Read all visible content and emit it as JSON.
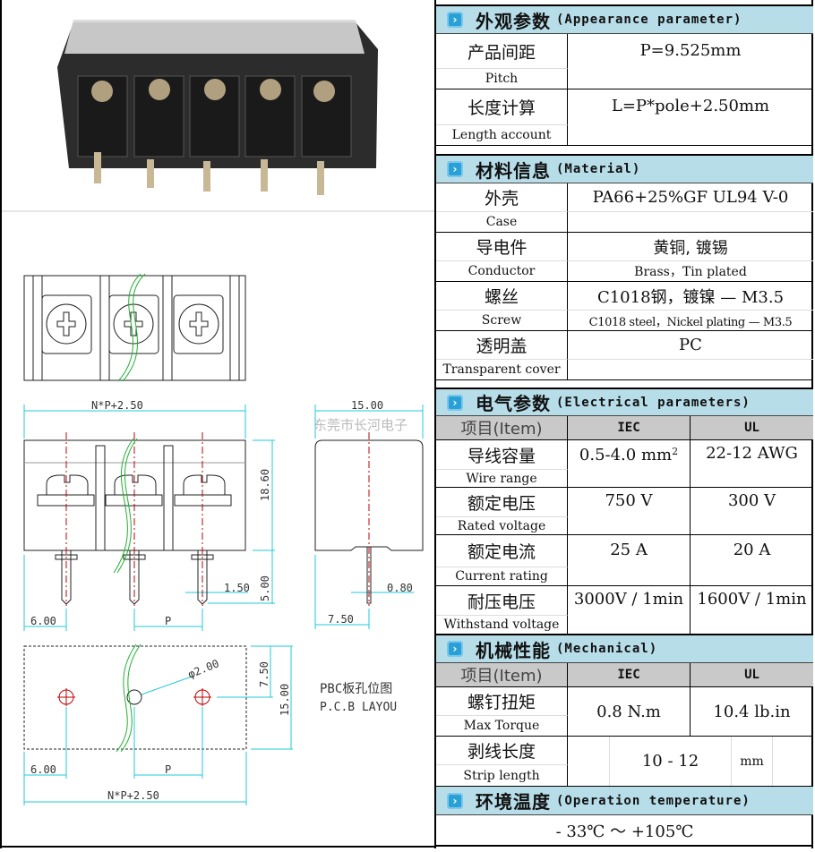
{
  "drawing": {
    "total_length": "N*P+2.50",
    "total_length_bottom": "N*P+2.50",
    "side_width": "15.00",
    "height": "18.60",
    "pin_length": "5.00",
    "pin_width": "1.50",
    "pin_thickness": "0.80",
    "edge_offset": "6.00",
    "edge_offset_bottom": "6.00",
    "pitch": "P",
    "pitch_bottom": "P",
    "side_offset": "7.50",
    "hole_diameter": "φ2.00",
    "pcb_half": "7.50",
    "pcb_depth": "15.00",
    "pcb_title_cn": "PBC板孔位图",
    "pcb_title_en": "P.C.B LAYOU",
    "watermark": "东莞市长河电子"
  },
  "colors": {
    "section_header": "#b7dde9",
    "item_header": "#c9c9c9",
    "dimension": "#22c8d8",
    "centerline": "#c00000",
    "break_line": "#22b030"
  },
  "appearance": {
    "title_cn": "外观参数",
    "title_en": "(Appearance parameter)",
    "rows": [
      {
        "cn": "产品间距",
        "en": "Pitch",
        "value": "P=9.525mm"
      },
      {
        "cn": "长度计算",
        "en": "Length account",
        "value": "L=P*pole+2.50mm"
      }
    ]
  },
  "material": {
    "title_cn": "材料信息",
    "title_en": "(Material)",
    "rows": [
      {
        "cn": "外壳",
        "en": "Case",
        "value": "PA66+25%GF UL94 V-0",
        "value_en": ""
      },
      {
        "cn": "导电件",
        "en": "Conductor",
        "value": "黄铜, 镀锡",
        "value_en": "Brass，Tin plated"
      },
      {
        "cn": "螺丝",
        "en": "Screw",
        "value": "C1018钢，镀镍 — M3.5",
        "value_en": "C1018 steel，Nickel plating — M3.5"
      },
      {
        "cn": "透明盖",
        "en": "Transparent cover",
        "value": "PC",
        "value_en": ""
      }
    ]
  },
  "electrical": {
    "title_cn": "电气参数",
    "title_en": "(Electrical parameters)",
    "header": {
      "item": "项目(Item)",
      "iec": "IEC",
      "ul": "UL"
    },
    "rows": [
      {
        "cn": "导线容量",
        "en": "Wire range",
        "iec": "0.5-4.0 mm",
        "iec_sup": "2",
        "ul": "22-12  AWG"
      },
      {
        "cn": "额定电压",
        "en": "Rated voltage",
        "iec": "750 V",
        "ul": "300 V"
      },
      {
        "cn": "额定电流",
        "en": "Current rating",
        "iec": "25  A",
        "ul": "20  A"
      },
      {
        "cn": "耐压电压",
        "en": "Withstand voltage",
        "iec": "3000V / 1min",
        "ul": "1600V / 1min"
      }
    ]
  },
  "mechanical": {
    "title_cn": "机械性能",
    "title_en": "(Mechanical)",
    "header": {
      "item": "项目(Item)",
      "iec": "IEC",
      "ul": "UL"
    },
    "torque": {
      "cn": "螺钉扭矩",
      "en": "Max Torque",
      "iec": "0.8  N.m",
      "ul": "10.4 lb.in"
    },
    "strip": {
      "cn": "剥线长度",
      "en": "Strip length",
      "value": "10  -  12",
      "unit": "mm"
    }
  },
  "temperature": {
    "title_cn": "环境温度",
    "title_en": "(Operation temperature)",
    "value": "- 33℃  ～  +105℃"
  }
}
